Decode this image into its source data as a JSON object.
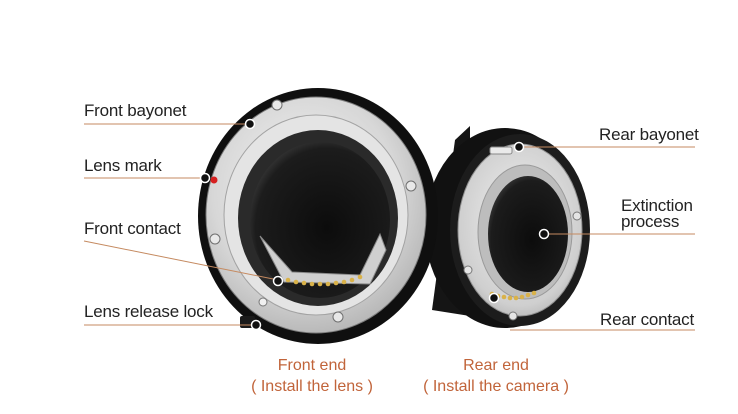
{
  "callouts_left": {
    "front_bayonet": "Front bayonet",
    "lens_mark": "Lens mark",
    "front_contact": "Front contact",
    "lens_release_lock": "Lens release lock"
  },
  "callouts_right": {
    "rear_bayonet": "Rear bayonet",
    "extinction_line1": "Extinction",
    "extinction_line2": "process",
    "rear_contact": "Rear contact"
  },
  "captions": {
    "front_end": "Front end",
    "front_end_sub": "( Install the lens )",
    "rear_end": "Rear end",
    "rear_end_sub": "( Install the camera )"
  },
  "colors": {
    "leader_line": "#c58a60",
    "caption": "#c1643a",
    "dot": "#1a1a1a",
    "lens_mark_dot": "#d62020",
    "contact_gold": "#d9b24a"
  }
}
